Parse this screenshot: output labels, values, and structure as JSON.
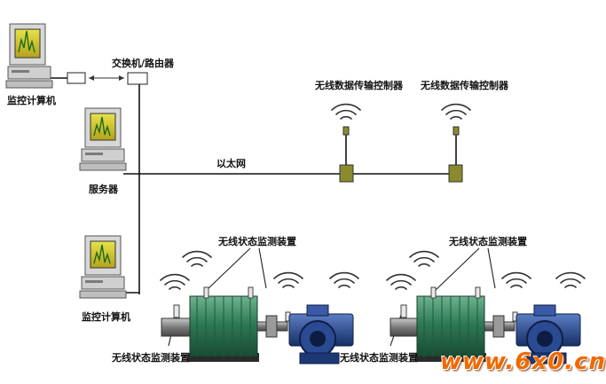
{
  "labels": {
    "monitor_pc_top": "监控计算机",
    "switch_router": "交换机/路由器",
    "server": "服务器",
    "ethernet": "以太网",
    "wireless_controller_1": "无线数据传输控制器",
    "wireless_controller_2": "无线数据传输控制器",
    "monitor_pc_bottom": "监控计算机",
    "monitor_device_upper_left": "无线状态监测装置",
    "monitor_device_upper_right": "无线状态监测装置",
    "monitor_device_lower_left": "无线状态监测装置",
    "monitor_device_lower_right": "无线状态监测装置"
  },
  "watermark": "www.6x0.cn",
  "colors": {
    "line": "#111111",
    "motor": "#2f7a55",
    "pump": "#1f3f86",
    "controller": "#8a8a2e",
    "watermark": "#ee6a00"
  },
  "icons": [
    "computer-icon",
    "server-icon",
    "switch-icon",
    "controller-icon",
    "wifi-signal-icon",
    "motor-icon",
    "pump-icon"
  ]
}
